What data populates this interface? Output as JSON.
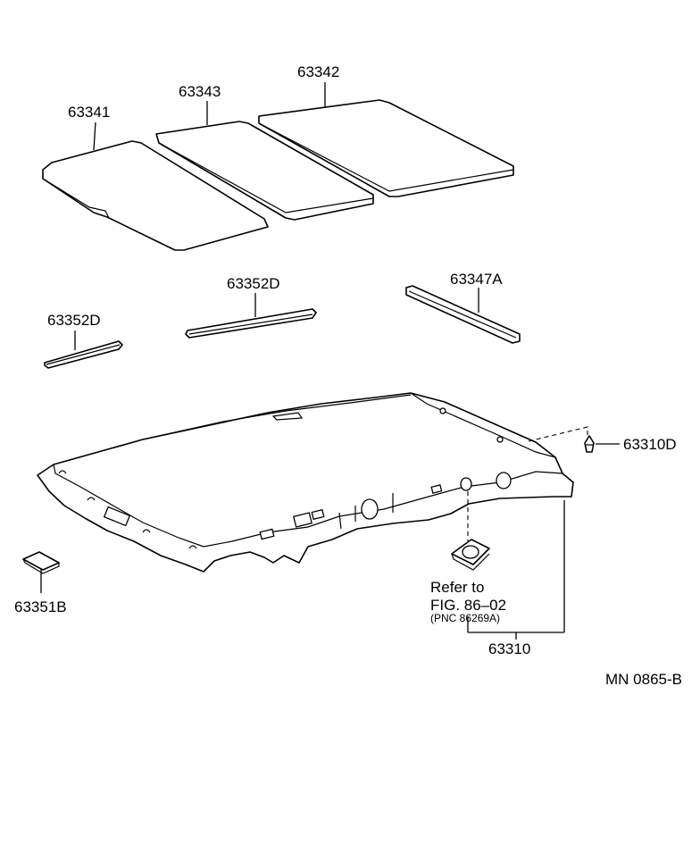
{
  "parts": {
    "p63341": "63341",
    "p63343": "63343",
    "p63342": "63342",
    "p63352D_center": "63352D",
    "p63352D_left": "63352D",
    "p63347A": "63347A",
    "p63310D": "63310D",
    "p63351B": "63351B",
    "p63310": "63310"
  },
  "reference": {
    "line1": "Refer to",
    "line2": "FIG. 86–02",
    "line3": "(PNC 86269A)"
  },
  "drawing_code": "MN 0865-B"
}
